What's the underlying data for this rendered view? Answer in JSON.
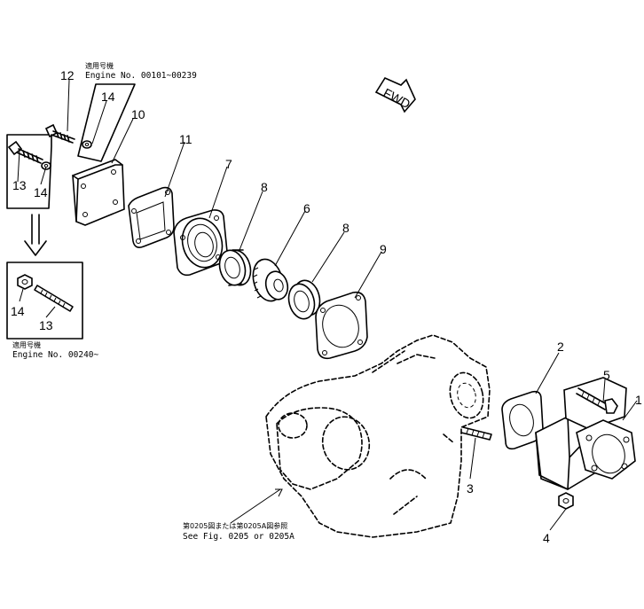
{
  "box_top": {
    "jp": "適用号機",
    "engine": "Engine No. 00101~00239"
  },
  "box_bottom": {
    "jp": "適用号機",
    "engine": "Engine No. 00240~"
  },
  "fwd": "FWD",
  "see_fig": {
    "jp": "第0205図または第0205A図参照",
    "en": "See Fig. 0205 or 0205A"
  },
  "callouts": {
    "p1": "1",
    "p2": "2",
    "p3": "3",
    "p4": "4",
    "p5": "5",
    "p6": "6",
    "p7": "7",
    "p8a": "8",
    "p8b": "8",
    "p9": "9",
    "p10": "10",
    "p11": "11",
    "p12": "12",
    "p13a": "13",
    "p13b": "13",
    "p14a": "14",
    "p14b": "14",
    "p14c": "14"
  }
}
